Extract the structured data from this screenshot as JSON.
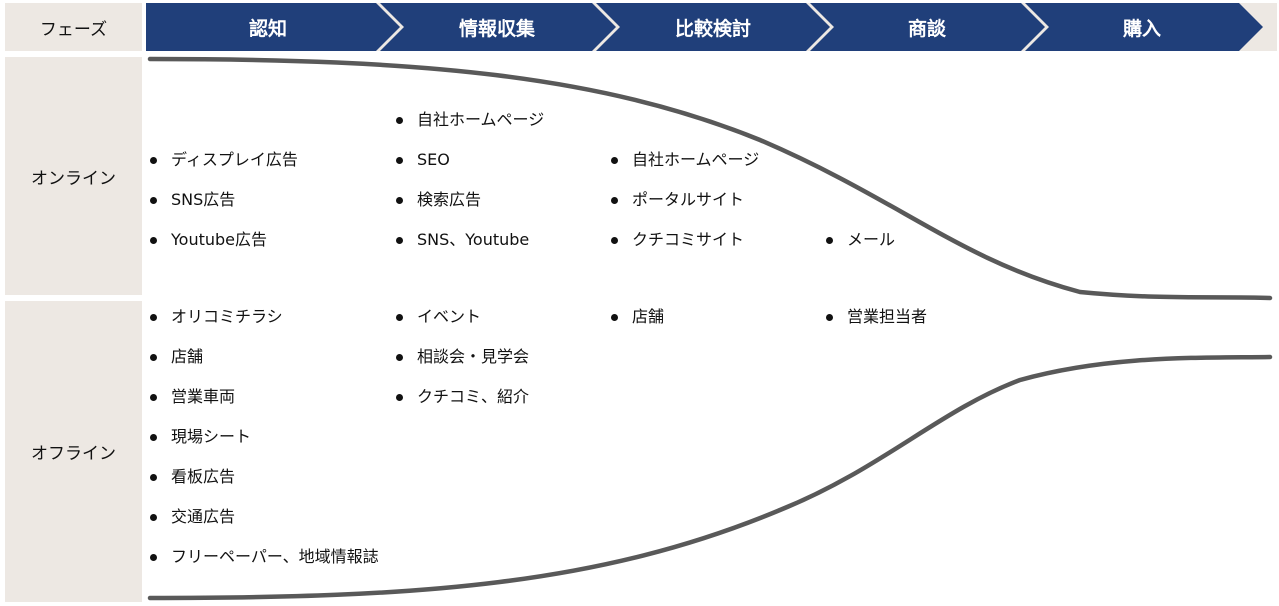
{
  "header": {
    "phase_label": "フェーズ",
    "phases": [
      "認知",
      "情報収集",
      "比較検討",
      "商談",
      "購入"
    ]
  },
  "rows": {
    "online_label": "オンライン",
    "offline_label": "オフライン"
  },
  "online": {
    "awareness": [
      "ディスプレイ広告",
      "SNS広告",
      "Youtube広告"
    ],
    "info": [
      "自社ホームページ",
      "SEO",
      "検索広告",
      "SNS、Youtube"
    ],
    "compare": [
      "自社ホームページ",
      "ポータルサイト",
      "クチコミサイト"
    ],
    "negotiation": [
      "メール"
    ]
  },
  "offline": {
    "awareness": [
      "オリコミチラシ",
      "店舗",
      "営業車両",
      "現場シート",
      "看板広告",
      "交通広告",
      "フリーペーパー、地域情報誌"
    ],
    "info": [
      "イベント",
      "相談会・見学会",
      "クチコミ、紹介"
    ],
    "compare": [
      "店舗"
    ],
    "negotiation": [
      "営業担当者"
    ]
  },
  "colors": {
    "header_fill": "#203f7a",
    "label_bg": "#ede8e3",
    "funnel_line": "#595959"
  }
}
